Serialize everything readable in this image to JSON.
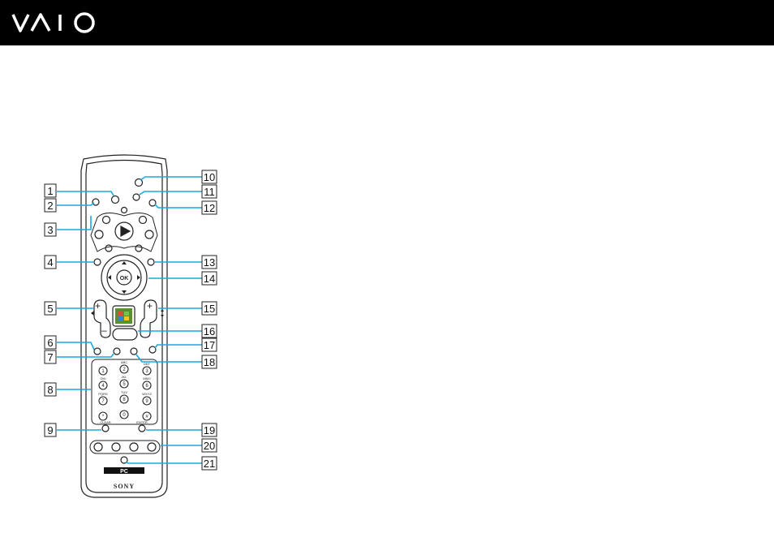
{
  "header": {
    "logo": "VAIO"
  },
  "callouts": [
    "1",
    "2",
    "3",
    "4",
    "5",
    "6",
    "7",
    "8",
    "9",
    "10",
    "11",
    "12",
    "13",
    "14",
    "15",
    "16",
    "17",
    "18",
    "19",
    "20",
    "21"
  ],
  "remote": {
    "ok_label": "OK",
    "pc_label": "PC",
    "brand": "SONY",
    "clear_label": "CLEAR",
    "enter_label": "ENTER",
    "keys": [
      {
        "digit": "1",
        "letters": ""
      },
      {
        "digit": "2",
        "letters": "ABC"
      },
      {
        "digit": "3",
        "letters": "DEF"
      },
      {
        "digit": "4",
        "letters": "GHI"
      },
      {
        "digit": "5",
        "letters": "JKL"
      },
      {
        "digit": "6",
        "letters": "MNO"
      },
      {
        "digit": "7",
        "letters": "PQRS"
      },
      {
        "digit": "8",
        "letters": "TUV"
      },
      {
        "digit": "9",
        "letters": "WXYZ"
      },
      {
        "digit": "*",
        "letters": ""
      },
      {
        "digit": "0",
        "letters": ""
      },
      {
        "digit": "#",
        "letters": ""
      }
    ]
  },
  "colors": {
    "callout": "#1aa8e0",
    "header": "#000000",
    "remote_line": "#222222"
  }
}
